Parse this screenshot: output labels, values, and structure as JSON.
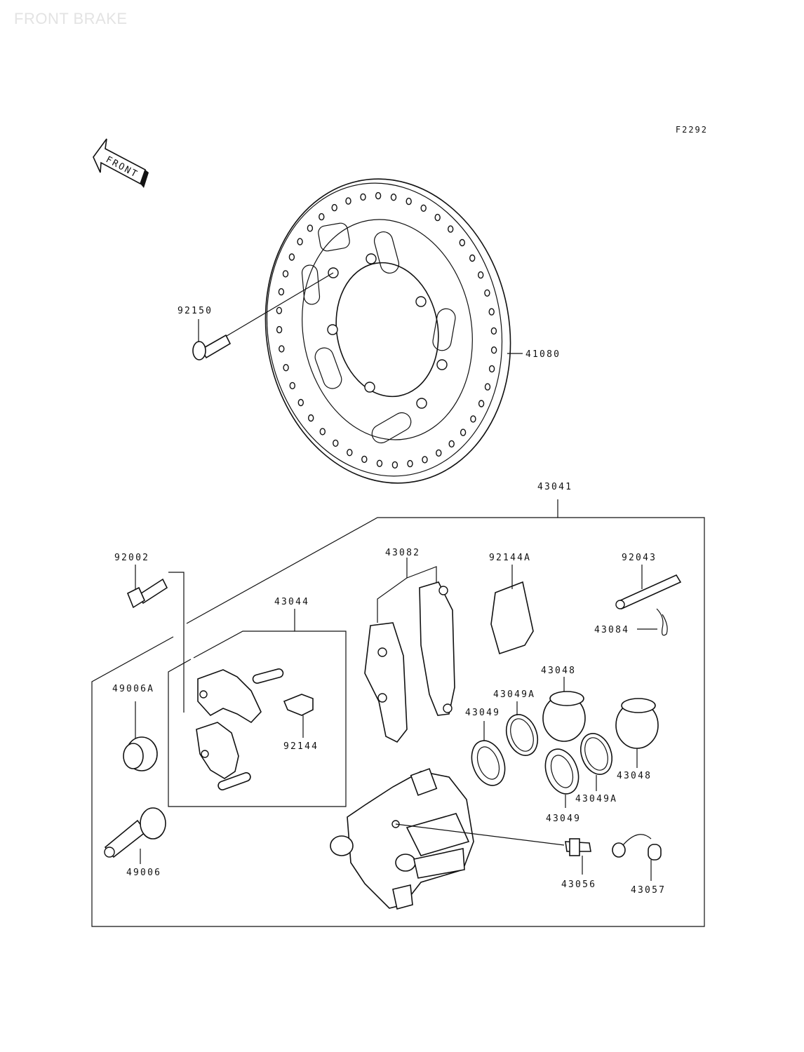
{
  "header": {
    "title": "FRONT BRAKE",
    "figure_code": "F2292"
  },
  "front_arrow": {
    "label": "FRONT"
  },
  "parts": [
    {
      "id": "92150"
    },
    {
      "id": "41080"
    },
    {
      "id": "43041"
    },
    {
      "id": "92002"
    },
    {
      "id": "43044"
    },
    {
      "id": "43082"
    },
    {
      "id": "92144A"
    },
    {
      "id": "92043"
    },
    {
      "id": "43084"
    },
    {
      "id": "43048"
    },
    {
      "id": "43049A"
    },
    {
      "id": "49006A"
    },
    {
      "id": "92144"
    },
    {
      "id": "43049"
    },
    {
      "id": "43048"
    },
    {
      "id": "43049A"
    },
    {
      "id": "43049"
    },
    {
      "id": "49006"
    },
    {
      "id": "43056"
    },
    {
      "id": "43057"
    }
  ]
}
